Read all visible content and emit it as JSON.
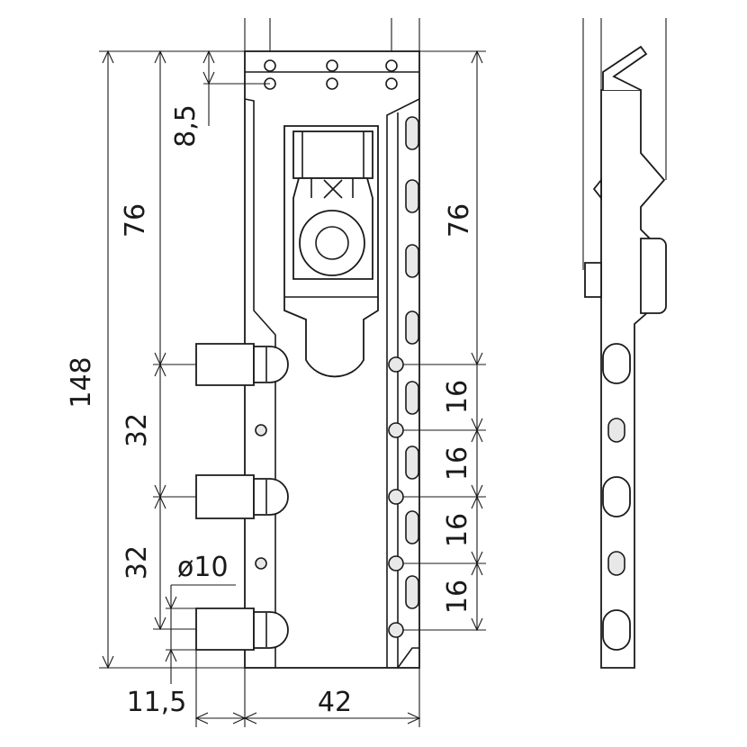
{
  "drawing": {
    "dimensions": {
      "total_height": "148",
      "upper_left": "76",
      "upper_right": "76",
      "top_offset": "8,5",
      "pin_spacing_1": "32",
      "pin_spacing_2": "32",
      "pin_diameter": "ø10",
      "hole_spacing_1": "16",
      "hole_spacing_2": "16",
      "hole_spacing_3": "16",
      "hole_spacing_4": "16",
      "edge_offset": "11,5",
      "plate_width": "42"
    }
  }
}
